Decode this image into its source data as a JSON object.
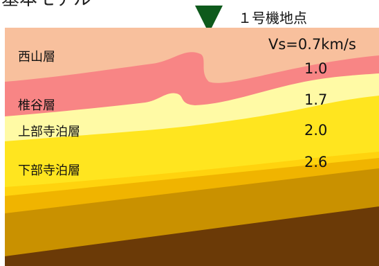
{
  "title": "基本モデル",
  "site": {
    "marker_color": "#0e5a1c",
    "label": "１号機地点"
  },
  "layers": [
    {
      "name": "西山層",
      "vs": "Vs=0.7km/s",
      "color": "#f8c09d"
    },
    {
      "name": "",
      "vs": "1.0",
      "color": "#f88585"
    },
    {
      "name": "椎谷層",
      "vs": "1.7",
      "color": "#fffaa5"
    },
    {
      "name": "上部寺泊層",
      "vs": "2.0",
      "color": "#ffe51f"
    },
    {
      "name": "下部寺泊層",
      "vs": "2.6",
      "color": "#ffd30e"
    }
  ],
  "deep_layer_colors": [
    "#f0b400",
    "#c99100",
    "#6b3a07"
  ]
}
